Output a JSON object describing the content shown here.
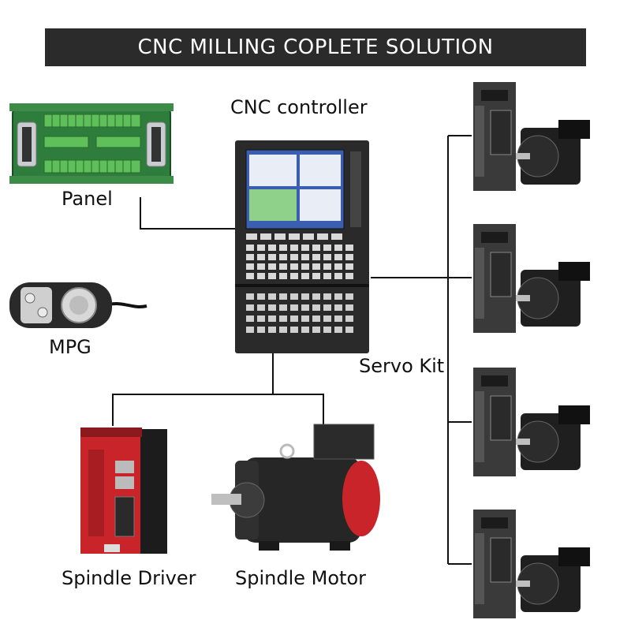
{
  "title": "CNC MILLING COPLETE SOLUTION",
  "labels": {
    "controller": "CNC controller",
    "panel": "Panel",
    "mpg": "MPG",
    "servo": "Servo Kit",
    "spindle_driver": "Spindle Driver",
    "spindle_motor": "Spindle Motor"
  },
  "colors": {
    "banner": "#2b2b2b",
    "pcb": "#2f7d3c",
    "terminal": "#5fbf5a",
    "connector": "#c9ccd0",
    "driver_red": "#c8242a",
    "controller_body": "#2a2a2a",
    "screen": "#3a5fb0"
  }
}
